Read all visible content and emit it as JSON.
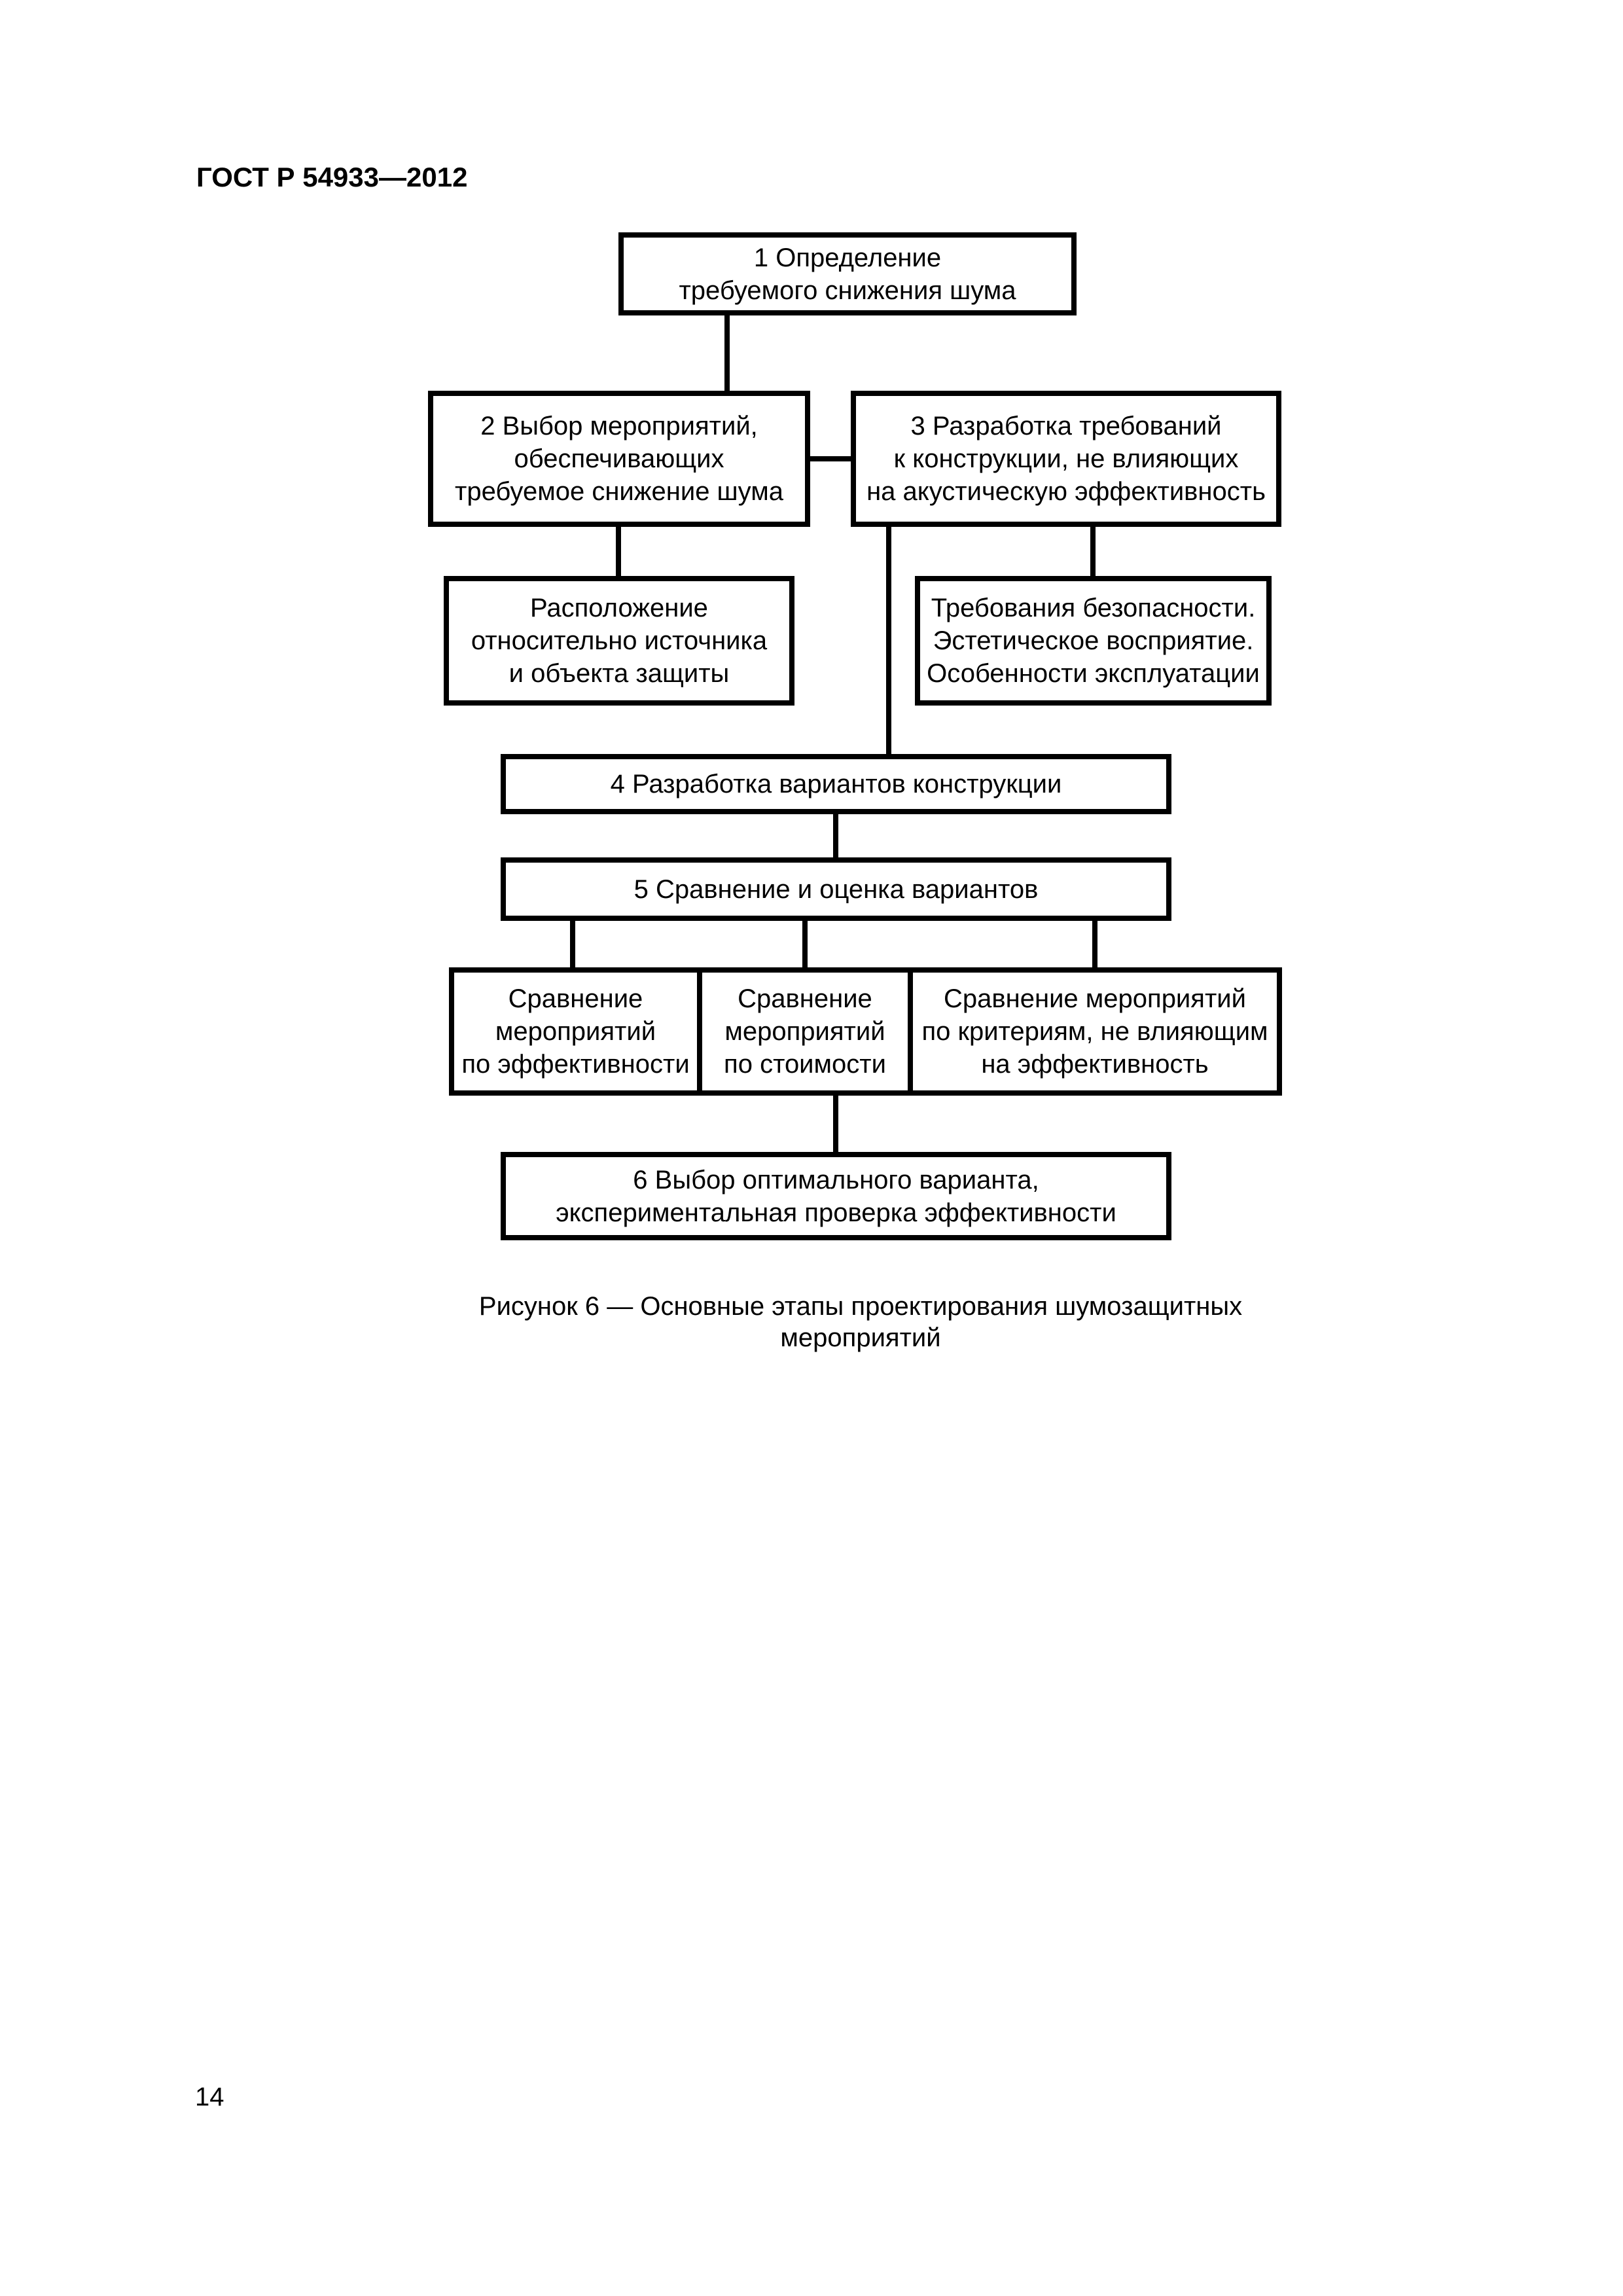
{
  "document": {
    "header": "ГОСТ Р 54933—2012",
    "caption": "Рисунок 6 — Основные этапы проектирования шумозащитных мероприятий",
    "page_number": "14"
  },
  "flowchart": {
    "step1": "1 Определение\nтребуемого снижения шума",
    "step2": "2 Выбор мероприятий,\nобеспечивающих\nтребуемое снижение шума",
    "step3": "3 Разработка требований\nк конструкции, не влияющих\nна акустическую эффективность",
    "location": "Расположение\nотносительно источника\nи объекта защиты",
    "requirements": "Требования безопасности.\nЭстетическое восприятие.\nОсобенности эксплуатации",
    "step4": "4 Разработка вариантов конструкции",
    "step5": "5 Сравнение и оценка вариантов",
    "compare_efficiency": "Сравнение\nмероприятий\nпо эффективности",
    "compare_cost": "Сравнение\nмероприятий\nпо стоимости",
    "compare_criteria": "Сравнение мероприятий\nпо критериям, не влияющим\nна эффективность",
    "step6": "6 Выбор оптимального варианта,\nэкспериментальная проверка эффективности"
  }
}
